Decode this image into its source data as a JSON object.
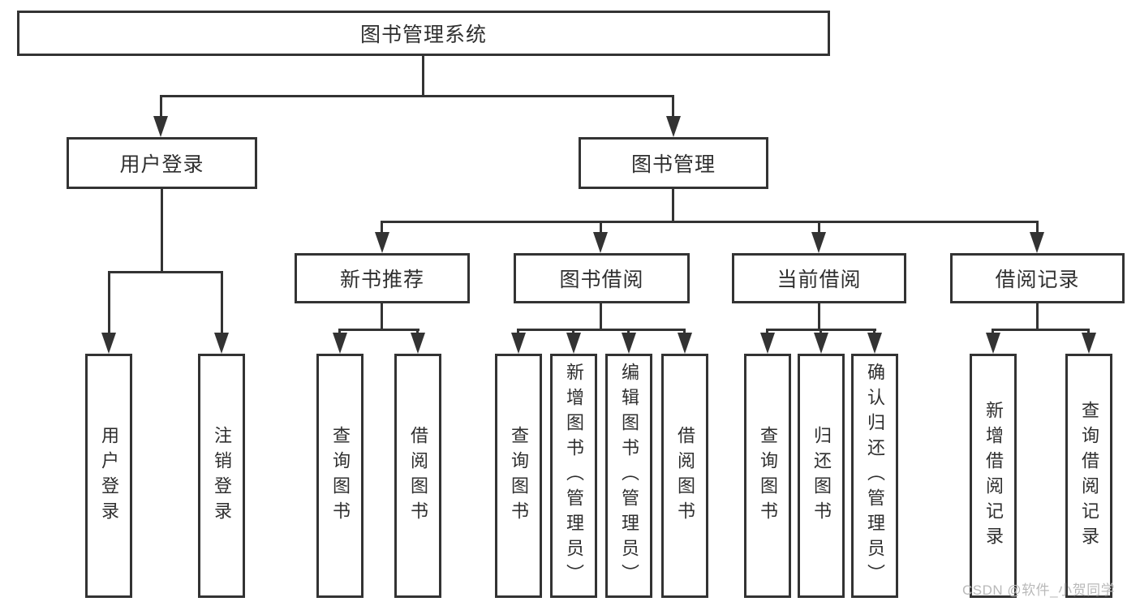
{
  "diagram": {
    "type": "tree",
    "root": {
      "label": "图书管理系统"
    },
    "level2": [
      {
        "id": "user-login",
        "label": "用户登录",
        "parent": "图书管理系统"
      },
      {
        "id": "book-management",
        "label": "图书管理",
        "parent": "图书管理系统"
      }
    ],
    "level3": [
      {
        "id": "new-book-recommend",
        "label": "新书推荐",
        "parent": "图书管理"
      },
      {
        "id": "book-borrowing",
        "label": "图书借阅",
        "parent": "图书管理"
      },
      {
        "id": "current-borrowing",
        "label": "当前借阅",
        "parent": "图书管理"
      },
      {
        "id": "borrowing-records",
        "label": "借阅记录",
        "parent": "图书管理"
      }
    ],
    "leaves": [
      {
        "label": "用户登录",
        "parent": "用户登录"
      },
      {
        "label": "注销登录",
        "parent": "用户登录"
      },
      {
        "label": "查询图书",
        "parent": "新书推荐"
      },
      {
        "label": "借阅图书",
        "parent": "新书推荐"
      },
      {
        "label": "查询图书",
        "parent": "图书借阅"
      },
      {
        "label": "新增图书（管理员）",
        "parent": "图书借阅"
      },
      {
        "label": "编辑图书（管理员）",
        "parent": "图书借阅"
      },
      {
        "label": "借阅图书",
        "parent": "图书借阅"
      },
      {
        "label": "查询图书",
        "parent": "当前借阅"
      },
      {
        "label": "归还图书",
        "parent": "当前借阅"
      },
      {
        "label": "确认归还（管理员）",
        "parent": "当前借阅"
      },
      {
        "label": "新增借阅记录",
        "parent": "借阅记录"
      },
      {
        "label": "查询借阅记录",
        "parent": "借阅记录"
      }
    ],
    "colors": {
      "line": "#333333",
      "text": "#2f2f2f",
      "box_background": "#ffffff",
      "page_background": "#ffffff",
      "watermark": "#b9b9b9"
    }
  },
  "watermark": {
    "text": "CSDN @软件_小贺同学"
  }
}
